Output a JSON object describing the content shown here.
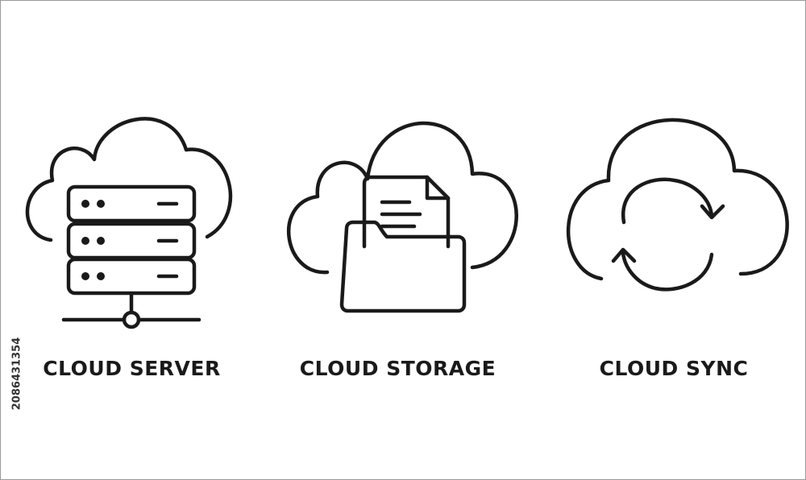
{
  "icons": [
    {
      "name": "cloud-server-icon",
      "label": "CLOUD SERVER"
    },
    {
      "name": "cloud-storage-icon",
      "label": "CLOUD STORAGE"
    },
    {
      "name": "cloud-sync-icon",
      "label": "CLOUD SYNC"
    }
  ],
  "stock_id": "2086431354",
  "colors": {
    "stroke": "#1a1a1a",
    "background": "#ffffff"
  }
}
